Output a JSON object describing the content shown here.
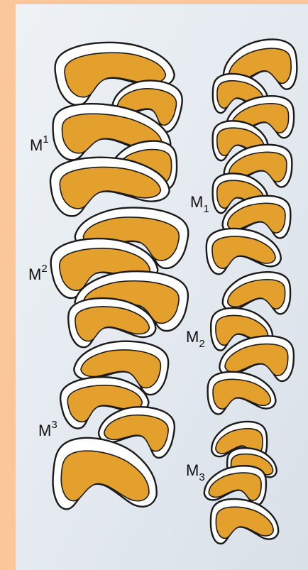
{
  "upper_labels": [
    {
      "base": "M",
      "sup": "1"
    },
    {
      "base": "M",
      "sup": "2"
    },
    {
      "base": "M",
      "sup": "3"
    }
  ],
  "lower_labels": [
    {
      "base": "M",
      "sub": "1"
    },
    {
      "base": "M",
      "sub": "2"
    },
    {
      "base": "M",
      "sub": "3"
    }
  ],
  "colors": {
    "frame": "#f9c79a",
    "page": "#e6ecf1",
    "dentine": "#e3a02c",
    "enamel": "#ffffff",
    "outline": "#1a1a1a"
  }
}
